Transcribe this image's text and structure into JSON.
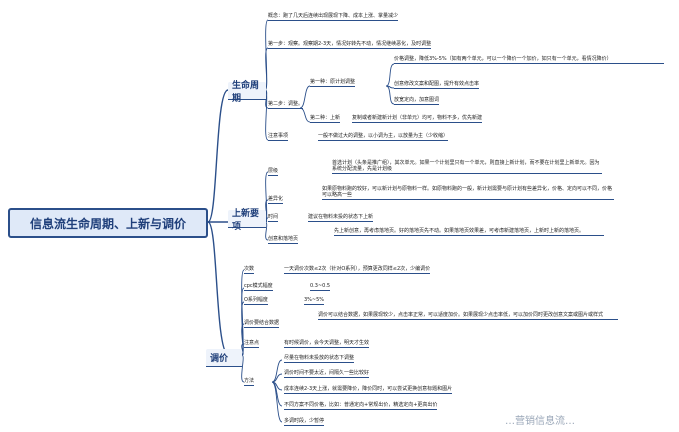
{
  "root": "信息流生命周期、上新与调价",
  "lifecycle": {
    "title": "生命周期",
    "concept": "概念：跑了几天后连续出现展现下降、成本上涨、掌量减少",
    "step1": "第一步：观察。观察期2-3天，情况好转先不动，情况继续恶化，及时调整",
    "step2": "第二步：调整。",
    "method1": "第一种：原计划调整",
    "price": "价格调整，降低3%-5%（如有两个单元，可以一个降价一个加价，如只有一个单元，看情况降价）",
    "creative": "创意修改文案和配图，提升有效点击率",
    "targeting": "放宽定向，加意图词",
    "method2": "第二种：上新",
    "relaunch": "复制或者新建新计划（非单元）均可，物料不多，优先新建",
    "notes_label": "注意事项",
    "notes": "一般不做过大的调整，以小调为主，以放量为主（少收缩）"
  },
  "launch": {
    "title": "上新要项",
    "budget_label": "层级",
    "budget": "首选计划（头条是推广组），其次单元。如果一个计划里只有一个单元，则直接上新计划，而不要在计划里上新单元。因为系统分配流量，先是计划级",
    "diff_label": "差异化",
    "diff": "如果原物料跑的较好，可以新计划与原物料一样。如原物料跑的一般，新计划需要与原计划有些差异化，价格、定向可以不同，价格可以略高一些",
    "time_label": "时间",
    "time": "建议在物料未投的状态下上新",
    "page_label": "创意和落地页",
    "page": "先上新创意，再考虑落地页。好的落地页先不动。如果落地页效果差，可考虑新建落地页，上新时上新的落地页。"
  },
  "pricing": {
    "title": "调价",
    "times_label": "次数",
    "times": "一天调价次数≤2次（针对O系列），预算更改同样≤2次，少编调价",
    "cpc_label": "cpc模式幅度",
    "cpc": "0.3~0.5",
    "ocpc_label": "O系列幅度",
    "ocpc": "3%~5%",
    "basis_label": "调价要结合数据",
    "basis": "调价可以结合数据，如果展现较少，点击率正常，可以适度加价。如果展现少点击率低，可以加价同时更改创意文案或图片或样式",
    "caution_label": "注意点",
    "caution": "有时候调价，会今天调整，明天才生效",
    "method_label": "方法",
    "m1": "尽量在物料未投放的状态下调整",
    "m2": "调价时间不要太近，间隔久一些比较好",
    "m3": "成本连续2-3天上涨，就需要降价，降价同时，可以尝试更换创意标题和图片",
    "m4": "不同方案不同价格，比如：普通定向+常规出价，精选定向+更高出价",
    "m5": "多调时段，少暂停"
  },
  "watermark": "…营销信息流…",
  "colors": {
    "line": "#2b4f8a",
    "root_fill": "#dfe9f8"
  }
}
